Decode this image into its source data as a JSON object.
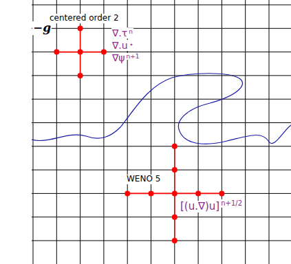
{
  "diagram": {
    "labels": [
      "−g",
      "centered order 2",
      "∇.τ",
      "n",
      "∇.u",
      "⋆",
      "∇ψ",
      "n+1",
      "WENO 5",
      "[(u.∇)u]",
      "n+1/2"
    ]
  }
}
